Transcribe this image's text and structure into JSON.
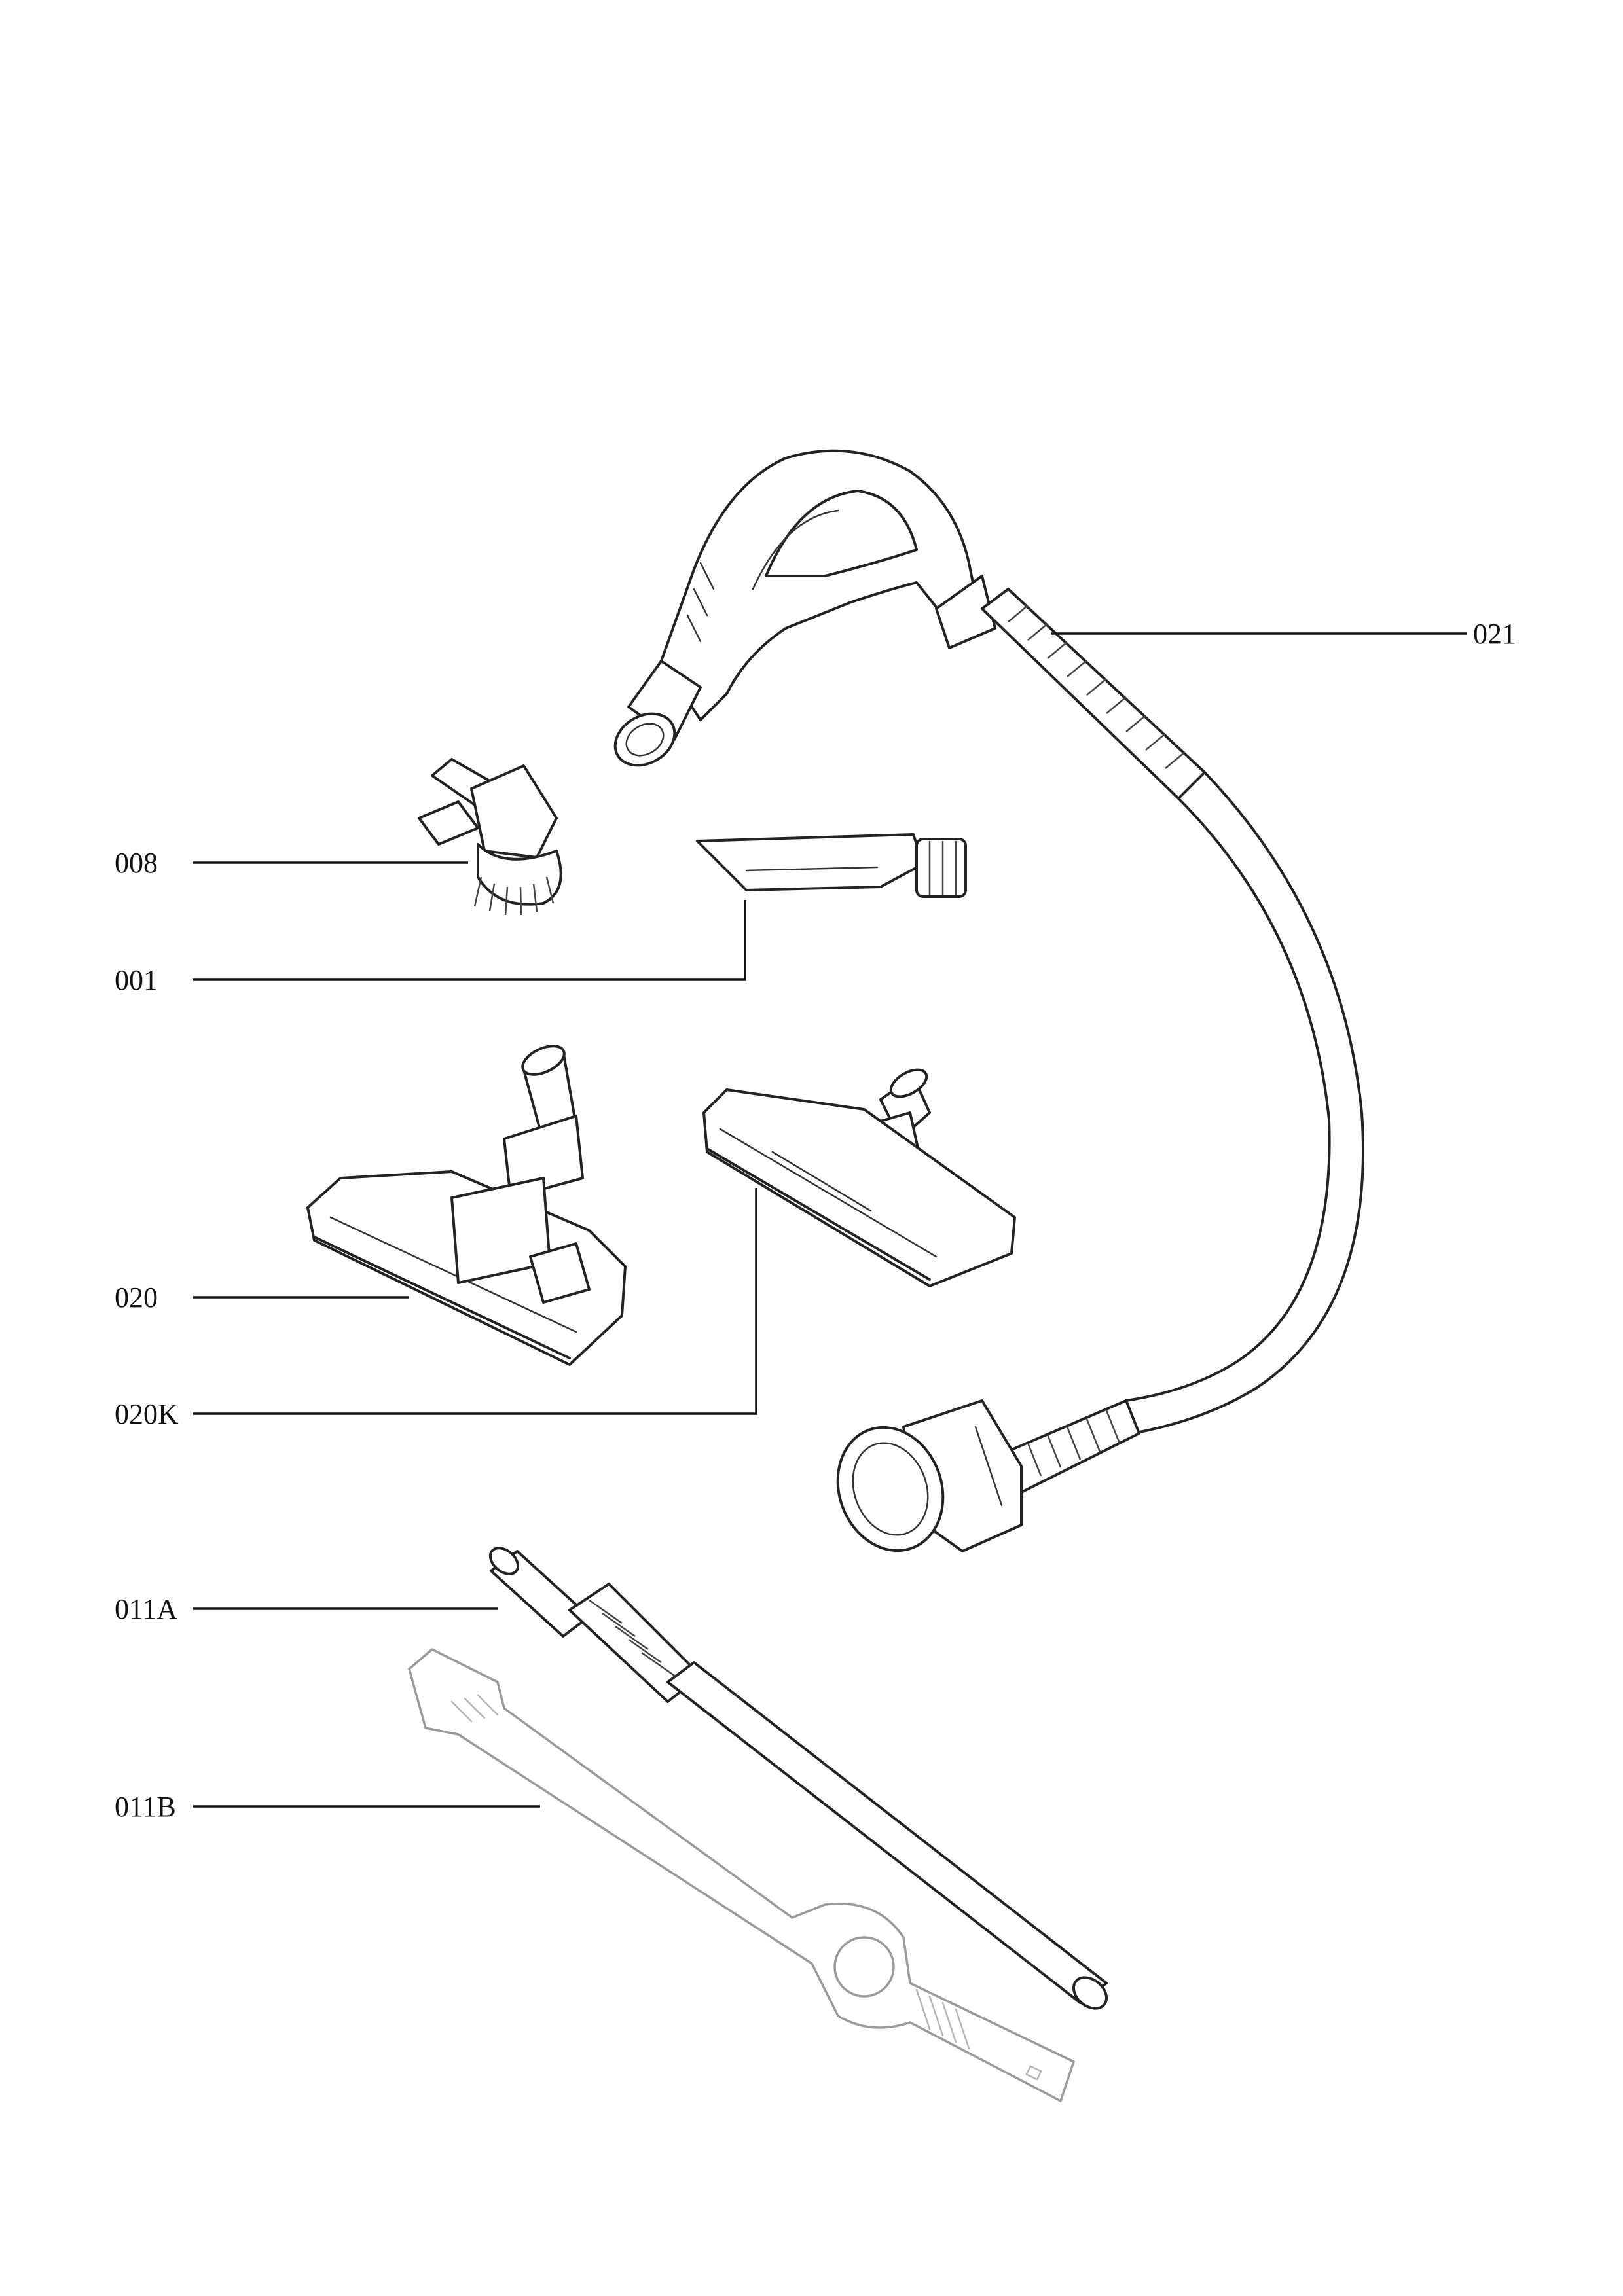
{
  "labels": {
    "p021": "021",
    "p008": "008",
    "p001": "001",
    "p020": "020",
    "p020k": "020K",
    "p011a": "011A",
    "p011b": "011B"
  },
  "colors": {
    "ink": "#222222",
    "faint_ink": "#9a9a9a",
    "background": "#ffffff"
  }
}
